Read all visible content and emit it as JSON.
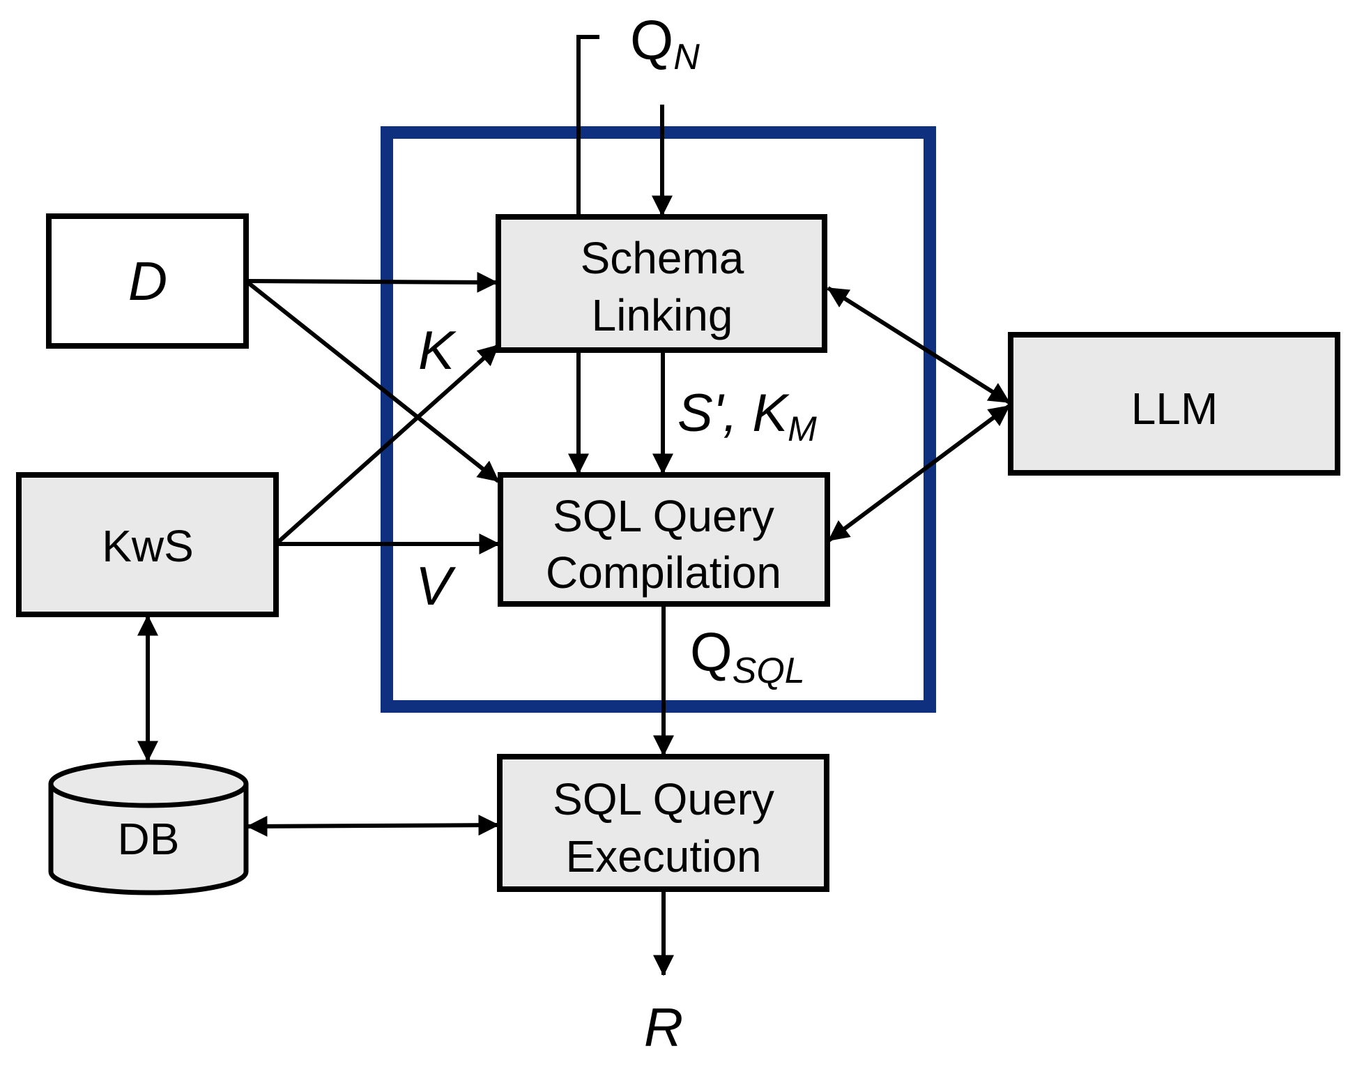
{
  "diagram": {
    "title": "Text-to-SQL pipeline with Schema Linking and LLM",
    "accent_color": "#0f2f7f",
    "nodes": {
      "d": {
        "label": "D",
        "style": "italic"
      },
      "kws": {
        "label": "KwS"
      },
      "db": {
        "label": "DB",
        "shape": "cylinder"
      },
      "schema_linking": {
        "line1": "Schema",
        "line2": "Linking"
      },
      "sql_compilation": {
        "line1": "SQL Query",
        "line2": "Compilation"
      },
      "sql_execution": {
        "line1": "SQL Query",
        "line2": "Execution"
      },
      "llm": {
        "label": "LLM"
      }
    },
    "labels": {
      "qn": {
        "main": "Q",
        "sub": "N"
      },
      "k": "K",
      "v": "V",
      "s_km": {
        "main": "S', K",
        "sub": "M"
      },
      "qsql": {
        "main": "Q",
        "sub": "SQL"
      },
      "r": "R"
    },
    "edges": [
      {
        "from": "input",
        "to": "schema_linking",
        "label": "Q_N"
      },
      {
        "from": "input",
        "to": "sql_compilation",
        "label": "Q_N (bypass)"
      },
      {
        "from": "d",
        "to": "schema_linking"
      },
      {
        "from": "d",
        "to": "sql_compilation"
      },
      {
        "from": "kws",
        "to": "schema_linking",
        "label": "K"
      },
      {
        "from": "kws",
        "to": "sql_compilation",
        "label": "V"
      },
      {
        "from": "schema_linking",
        "to": "sql_compilation",
        "label": "S', K_M"
      },
      {
        "from": "schema_linking",
        "to": "llm",
        "bidirectional": true
      },
      {
        "from": "sql_compilation",
        "to": "llm",
        "bidirectional": true
      },
      {
        "from": "sql_compilation",
        "to": "sql_execution",
        "label": "Q_SQL"
      },
      {
        "from": "kws",
        "to": "db",
        "bidirectional": true
      },
      {
        "from": "db",
        "to": "sql_execution",
        "bidirectional": true
      },
      {
        "from": "sql_execution",
        "to": "output",
        "label": "R"
      }
    ]
  }
}
